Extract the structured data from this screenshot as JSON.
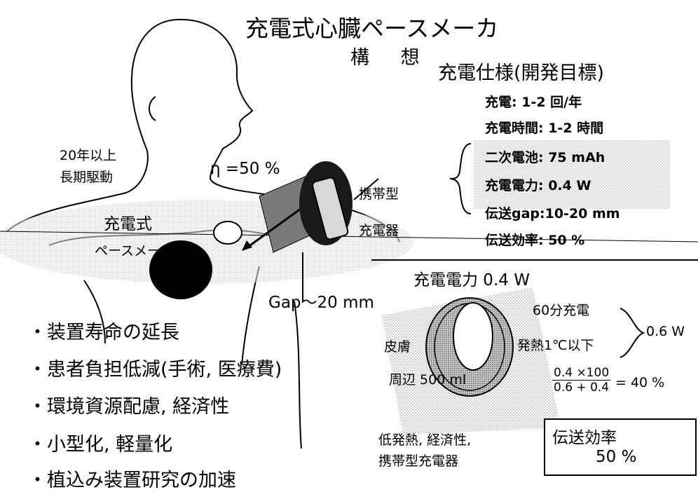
{
  "title": {
    "line1": "充電式心臓ペースメーカ",
    "line2": "構 想"
  },
  "spec": {
    "heading": "充電仕様(開発目標)",
    "items": [
      "充電: 1-2 回/年",
      "充電時間: 1-2 時間",
      "二次電池: 75 mAh",
      "充電電力: 0.4 W",
      "伝送gap:10-20 mm",
      "伝送効率: 50 %"
    ]
  },
  "labels": {
    "long_term": [
      "20年以上",
      "長期駆動"
    ],
    "eta": "η =50 %",
    "charger": [
      "携帯型",
      "充電器"
    ],
    "pacemaker": [
      "充電式",
      "ペースメーカ"
    ],
    "gap": "Gap〜20 mm"
  },
  "benefits": [
    "・装置寿命の延長",
    "・患者負担低減(手術, 医療費)",
    "・環境資源配慮, 経済性",
    "・小型化, 軽量化",
    "・植込み装置研究の加速"
  ],
  "coil": {
    "power_title": "充電電力 0.4 W",
    "skin": "皮膚",
    "sixty_min": "60分充電",
    "heat": "発熱1℃以下",
    "surround": "周辺 500 ml",
    "total_w": "0.6 W",
    "fraction_num": "0.4 ×100",
    "fraction_den": "0.6 + 0.4",
    "fraction_result": "= 40 %",
    "features": [
      "低発熱, 経済性,",
      "携帯型充電器"
    ],
    "efficiency_box": [
      "伝送効率",
      "50 %"
    ]
  }
}
